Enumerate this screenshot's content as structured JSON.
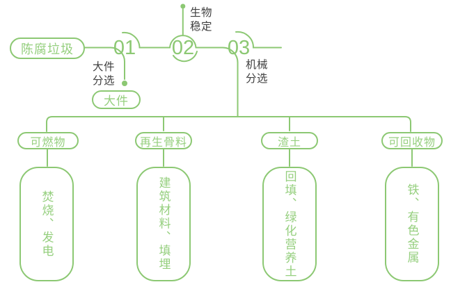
{
  "palette": {
    "green": "#8CC873",
    "green_text": "#95CF7E",
    "dark_text": "#3F3F3F",
    "background": "#FFFFFF"
  },
  "flow": {
    "source": {
      "label": "陈腐垃圾"
    },
    "steps": [
      {
        "number": "01",
        "process": {
          "line1": "大件",
          "line2": "分选"
        },
        "output": "大件"
      },
      {
        "number": "02",
        "process": {
          "line1": "生物",
          "line2": "稳定"
        }
      },
      {
        "number": "03",
        "process": {
          "line1": "机械",
          "line2": "分选"
        }
      }
    ]
  },
  "outputs": [
    {
      "category": "可燃物",
      "detail": "焚烧、发电"
    },
    {
      "category": "再生骨料",
      "detail": "建筑材料、填埋"
    },
    {
      "category": "渣土",
      "detail": "回填、绿化营养土"
    },
    {
      "category": "可回收物",
      "detail": "铁、有色金属"
    }
  ]
}
